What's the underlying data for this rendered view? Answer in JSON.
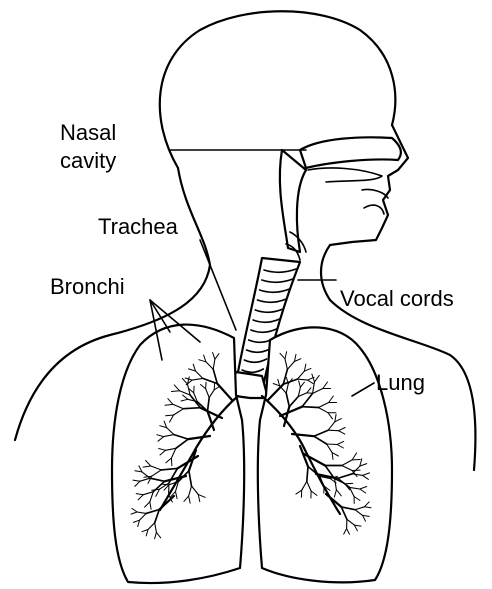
{
  "labels": {
    "nasal_cavity_line1": "Nasal",
    "nasal_cavity_line2": "cavity",
    "trachea": "Trachea",
    "bronchi": "Bronchi",
    "vocal_cords": "Vocal cords",
    "lung": "Lung"
  }
}
